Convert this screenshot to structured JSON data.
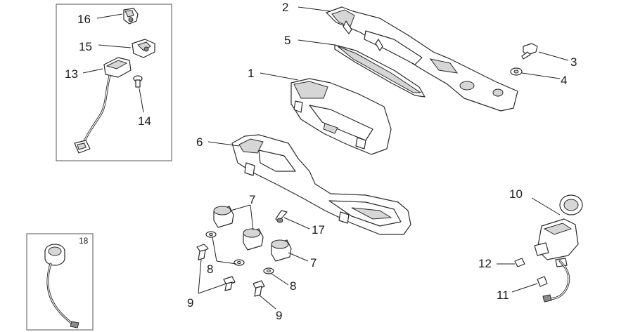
{
  "callouts": {
    "c1": "1",
    "c2": "2",
    "c3": "3",
    "c4": "4",
    "c5": "5",
    "c6": "6",
    "c7a": "7",
    "c7b": "7",
    "c8a": "8",
    "c8b": "8",
    "c9a": "9",
    "c9b": "9",
    "c10": "10",
    "c11": "11",
    "c12": "12",
    "c13": "13",
    "c14": "14",
    "c15": "15",
    "c16": "16",
    "c17": "17",
    "c18": "18"
  }
}
